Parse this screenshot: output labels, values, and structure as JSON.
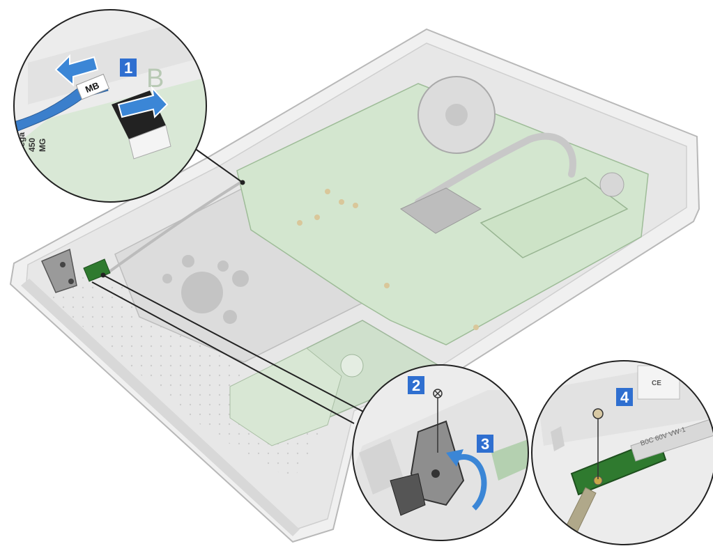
{
  "figure": {
    "steps": [
      {
        "number": "1",
        "target": "display-cable-connector"
      },
      {
        "number": "2",
        "target": "hinge-screw"
      },
      {
        "number": "3",
        "target": "hinge-bracket"
      },
      {
        "number": "4",
        "target": "power-button-board-screw"
      }
    ],
    "labels": {
      "cable_tag": "MB",
      "side_label_1": "Vega",
      "side_label_2": "450",
      "side_label_3": "MG",
      "board_label": "B",
      "ribbon_text": "B0C 60V VW-1",
      "chip_label": "CE"
    },
    "colors": {
      "badge": "#2f6fd0",
      "arrow": "#3b86d6",
      "board_green": "#2f7a2f",
      "chassis": "#e8e8e8",
      "callout_line": "#222222"
    },
    "icons": [
      "arrow-left-icon",
      "arrow-right-icon",
      "rotate-arrow-icon",
      "screw-icon"
    ]
  }
}
